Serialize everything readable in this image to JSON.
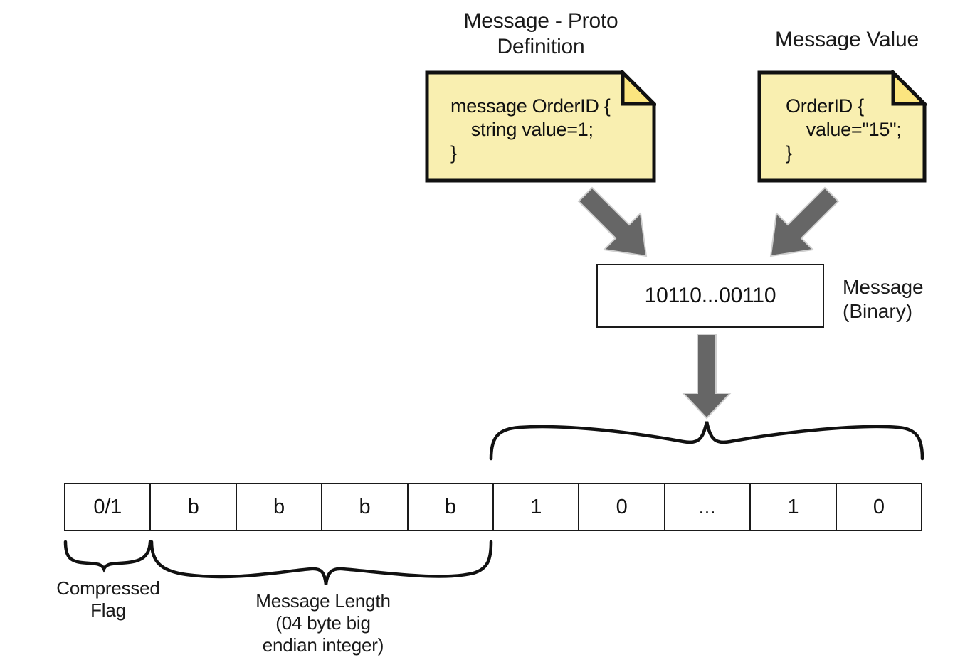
{
  "diagram": {
    "title_proto": "Message - Proto\nDefinition",
    "title_value": "Message Value",
    "note_proto_text": "message OrderID {\n    string value=1;\n}",
    "note_value_text": "OrderID {\n    value=\"15\";\n}",
    "binary_box_text": "10110...00110",
    "binary_box_label": "Message\n(Binary)",
    "frame_cells": [
      {
        "label": "0/1"
      },
      {
        "label": "b"
      },
      {
        "label": "b"
      },
      {
        "label": "b"
      },
      {
        "label": "b"
      },
      {
        "label": "1"
      },
      {
        "label": "0"
      },
      {
        "label": "..."
      },
      {
        "label": "1"
      },
      {
        "label": "0"
      }
    ],
    "caption_compressed_flag": "Compressed\nFlag",
    "caption_message_length": "Message Length\n(04 byte big\nendian integer)",
    "colors": {
      "note_fill": "#F9EFB0",
      "note_fold": "#FBE57F",
      "stroke": "#1a1a1a",
      "arrow_gray": "#666666",
      "background": "#ffffff"
    },
    "icons": {
      "arrow_proto_to_binary": "arrow-diagonal-down-right-icon",
      "arrow_value_to_binary": "arrow-diagonal-down-left-icon",
      "arrow_binary_to_frame": "arrow-down-icon",
      "brace_message_span": "curly-brace-up-icon",
      "brace_compressed_flag": "curly-brace-down-icon",
      "brace_message_length": "curly-brace-down-icon",
      "note_fold": "page-fold-icon"
    }
  }
}
